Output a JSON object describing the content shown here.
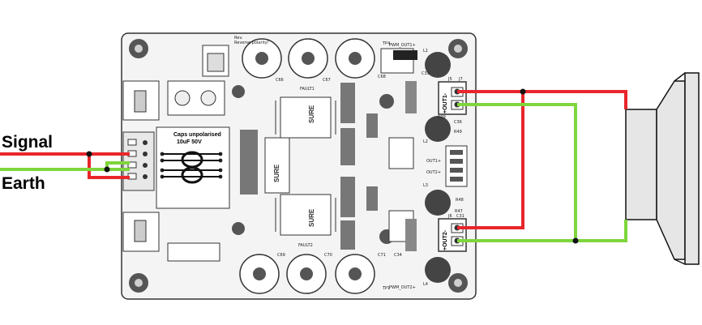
{
  "labels": {
    "signal": "Signal",
    "earth": "Earth"
  },
  "board": {
    "caps_note_line1": "Caps unpolarised",
    "caps_note_line2": "10uF 50V",
    "chip_brand": "SURE",
    "out1": "+OUT1-",
    "out2": "+OUT2-",
    "rev_pol_line1": "Rev.",
    "rev_pol_line2": "Reverse polarity!",
    "fault1": "FAULT1",
    "fault2": "FAULT2",
    "pwm_out1": "PWM_OUT1+",
    "pwm_out2": "PWM_OUT2+",
    "cap_labels": [
      "C66",
      "C67",
      "C68",
      "C69",
      "C70",
      "C71"
    ],
    "misc_labels": [
      "TP4",
      "TP1",
      "L1",
      "L2",
      "L3",
      "L4",
      "J5",
      "J7",
      "J6",
      "C33",
      "C34",
      "C29",
      "R49",
      "C31",
      "R48",
      "C36",
      "OUT1+",
      "OUT2+",
      "R47"
    ]
  },
  "colors": {
    "signal_wire": "#e8262b",
    "earth_wire": "#7ed63b",
    "speaker": "#e6e6e6",
    "board": "#f4f4f4"
  }
}
